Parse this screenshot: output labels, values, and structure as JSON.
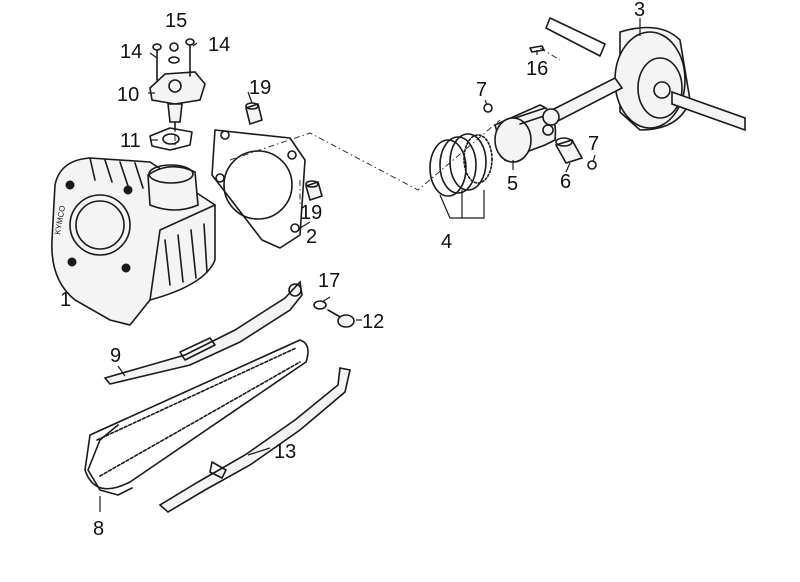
{
  "diagram": {
    "brand_mark": "KYMCO",
    "callouts": {
      "c1": "1",
      "c2": "2",
      "c3": "3",
      "c4": "4",
      "c5": "5",
      "c6": "6",
      "c7a": "7",
      "c7b": "7",
      "c8": "8",
      "c9": "9",
      "c10": "10",
      "c11": "11",
      "c12": "12",
      "c13": "13",
      "c14a": "14",
      "c14b": "14",
      "c15": "15",
      "c16": "16",
      "c17": "17",
      "c19a": "19",
      "c19b": "19"
    }
  }
}
